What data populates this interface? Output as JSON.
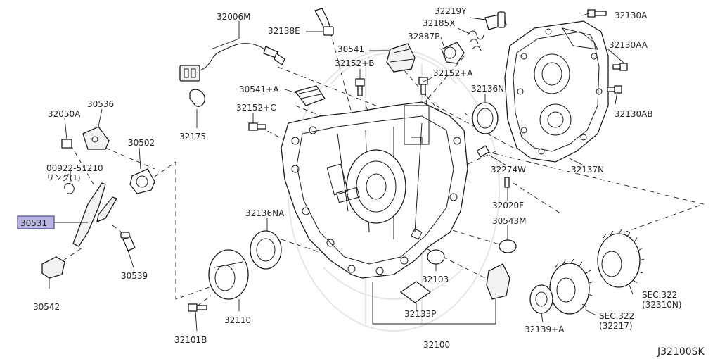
{
  "diagram": {
    "code": "J32100SK",
    "parts": {
      "p32006M": "32006M",
      "p32138E": "32138E",
      "p32219Y": "32219Y",
      "p32185X": "32185X",
      "p32887P": "32887P",
      "p32130A": "32130A",
      "p32130AA": "32130AA",
      "p32130AB": "32130AB",
      "p30541": "30541",
      "p32152B": "32152+B",
      "p32152A": "32152+A",
      "p30541A": "30541+A",
      "p32136N": "32136N",
      "p32152C": "32152+C",
      "p32175": "32175",
      "p30536": "30536",
      "p32050A": "32050A",
      "p30502": "30502",
      "p00922": "00922-51210",
      "p00922_sub": "リング(1)",
      "p30531": "30531",
      "p30539": "30539",
      "p30542": "30542",
      "p32136NA": "32136NA",
      "p32110": "32110",
      "p32101B": "32101B",
      "p32103": "32103",
      "p32133P": "32133P",
      "p32100": "32100",
      "p32274W": "32274W",
      "p32020F": "32020F",
      "p30543M": "30543M",
      "p32137N": "32137N",
      "p32139A": "32139+A",
      "sec322a": "SEC.322",
      "sec322a_sub": "(32310N)",
      "sec322b": "SEC.322",
      "sec322b_sub": "(32217)"
    },
    "highlight_color": "#b9b6e6"
  }
}
